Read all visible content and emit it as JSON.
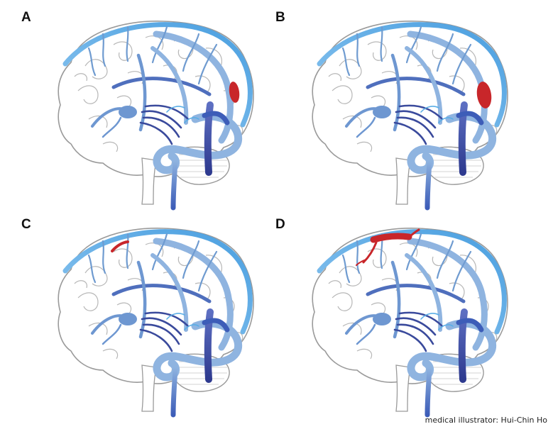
{
  "panels": [
    {
      "label": "A",
      "thrombus": "transverse-sinus-small",
      "thrombus_color": "#c8262a"
    },
    {
      "label": "B",
      "thrombus": "transverse-sinus-large",
      "thrombus_color": "#c8262a"
    },
    {
      "label": "C",
      "thrombus": "cortical-vein-segment",
      "thrombus_color": "#c8262a"
    },
    {
      "label": "D",
      "thrombus": "superior-sagittal-sinus-extended",
      "thrombus_color": "#c8262a"
    }
  ],
  "credit": "medical illustrator: Hui-Chin Ho",
  "colors": {
    "sinus_light": "#8fb4e0",
    "sinus_mid": "#6e97d1",
    "vein_dark": "#3a4a9c",
    "sagittal": "#5aaee6",
    "brain_outline": "#9a9a9a"
  }
}
